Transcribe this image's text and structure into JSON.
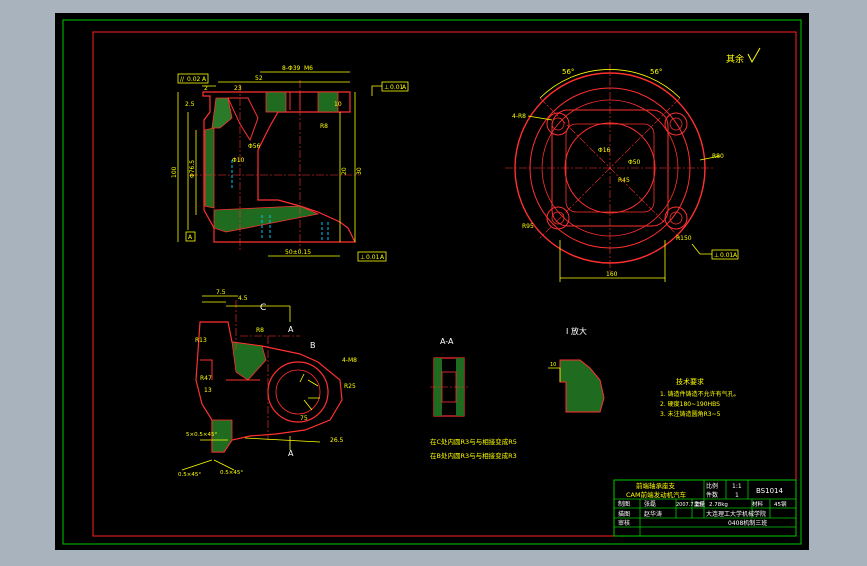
{
  "colors": {
    "frame_bg": "#a9b3be",
    "canvas": "#000000",
    "outer_border": "#00c800",
    "inner_border": "#ff2020",
    "geometry": "#ff3030",
    "dimension": "#ffff00",
    "hidden": "#00c8ff",
    "hatch": "#20c020",
    "text": "#ffffff"
  },
  "top_right_note": "其余",
  "view_left": {
    "dims": [
      "2",
      "23",
      "52",
      "8-Φ39",
      "M6",
      "2.5",
      "10",
      "Φ56",
      "100",
      "Φ76.5",
      "20",
      "Φ10",
      "30",
      "R8"
    ],
    "tol_top": [
      "//",
      "0.02",
      "A"
    ],
    "tol_right": [
      "⊥",
      "0.01",
      "A"
    ],
    "datum_bottom": [
      "A"
    ],
    "bottom_dim": "50±0.15",
    "bottom_tol": [
      "⊥",
      "0.01",
      "A"
    ]
  },
  "view_right": {
    "labels": [
      "56°",
      "56°",
      "4-R8",
      "Φ16",
      "Φ50",
      "R45",
      "R80",
      "R95",
      "R150",
      "160"
    ],
    "tol": [
      "⊥",
      "0.01",
      "A"
    ]
  },
  "view_section": {
    "labels": [
      "7.5",
      "4.5",
      "C",
      "A",
      "R13",
      "R8",
      "B",
      "4-M8",
      "R47",
      "R25",
      "5×0.5×45°",
      "0.5×45°",
      "0.5×45°",
      "A",
      "26.5",
      "75",
      "13"
    ]
  },
  "section_aa": {
    "title": "A-A",
    "note1": "在C处内圆R3与与相接变成R5",
    "note2": "在B处内圆R3与与相接变成R3"
  },
  "detail": {
    "title": "I 放大",
    "mark": "10"
  },
  "tech_req": {
    "title": "技术要求",
    "items": [
      "1. 铸造件铸造不允许有气孔。",
      "2. 硬度180~190HBS",
      "3. 未注铸造圆角R3~5"
    ]
  },
  "title_block": {
    "name_line1": "前端轴承座支",
    "name_line2": "CAM前端发动机汽车",
    "scale_label": "比例",
    "scale_value": "1:1",
    "qty_label": "件数",
    "qty_value": "1",
    "drawing_no": "BS1014",
    "designer_label": "制图",
    "designer": "张磊",
    "date": "2007.7.23",
    "weight_label": "重量",
    "weight": "2.78kg",
    "material_label": "材料",
    "material": "45钢",
    "checker_label": "描图",
    "checker": "赵华涛",
    "reviewer_label": "审核",
    "school": "大连理工大学机械学院",
    "class": "0408机制三班"
  }
}
